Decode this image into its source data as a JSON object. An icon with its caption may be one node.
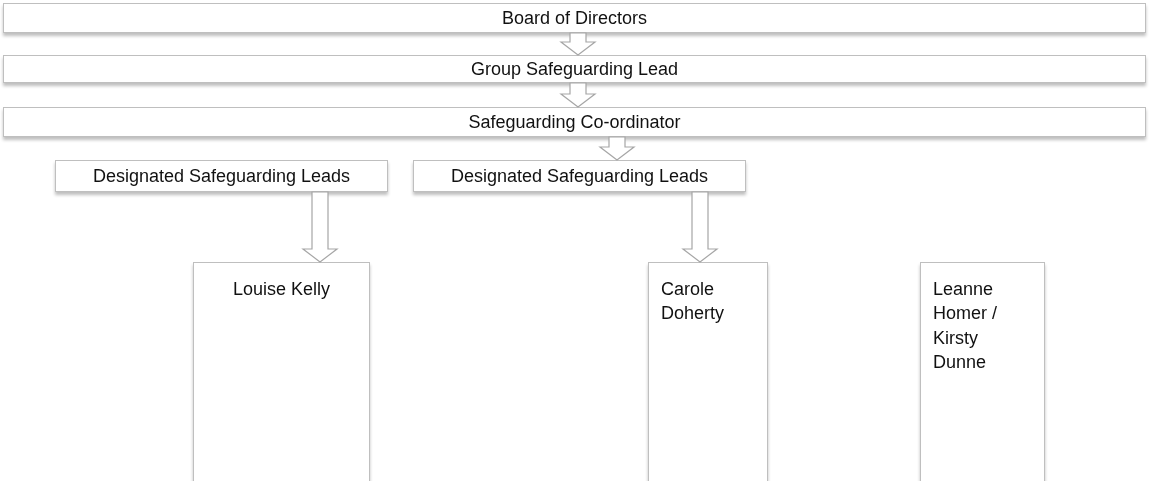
{
  "diagram": {
    "nodes": [
      {
        "text": [
          "Board of Directors"
        ]
      },
      {
        "text": [
          "Group Safeguarding Lead"
        ]
      },
      {
        "text": [
          "Safeguarding Co-ordinator"
        ]
      },
      {
        "text": [
          "Designated Safeguarding Leads"
        ]
      },
      {
        "text": [
          "Designated Safeguarding Leads"
        ]
      },
      {
        "text": [
          "Louise Kelly"
        ]
      },
      {
        "text": [
          "Carole Doherty"
        ]
      },
      {
        "text": [
          "Leanne Homer / Kirsty Dunne"
        ]
      }
    ],
    "edges": [
      {
        "from": 0,
        "to": 1,
        "arrow": "to"
      },
      {
        "from": 1,
        "to": 2,
        "arrow": "to"
      },
      {
        "from": 2,
        "to": 4,
        "arrow": "to"
      },
      {
        "from": 3,
        "to": 5,
        "arrow": "to"
      },
      {
        "from": 4,
        "to": 6,
        "arrow": "to"
      }
    ]
  }
}
